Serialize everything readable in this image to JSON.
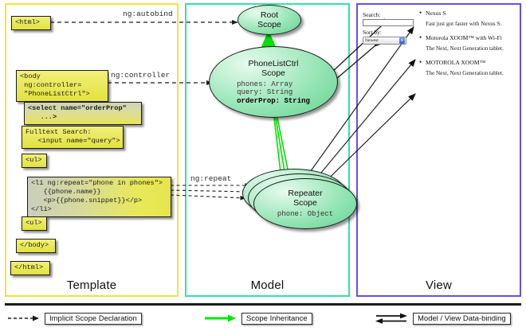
{
  "panels": {
    "template": {
      "label": "Template",
      "border_color": "#f2e53a"
    },
    "model": {
      "label": "Model",
      "border_color": "#34e0a6"
    },
    "view": {
      "label": "View",
      "border_color": "#6b4ee6"
    }
  },
  "template_boxes": [
    {
      "id": "html-open",
      "text": "<html>"
    },
    {
      "id": "body-open",
      "text": "<body\n ng:controller=\n \"PhoneListCtrl\">"
    },
    {
      "id": "select-tag",
      "text": "<select name=\"orderProp\"\n   ...>"
    },
    {
      "id": "fulltext",
      "text": "Fulltext Search:\n   <input name=\"query\">"
    },
    {
      "id": "ul-open",
      "text": "<ul>"
    },
    {
      "id": "li-repeat",
      "text": "<li ng:repeat=\"phone in phones\">\n   {{phone.name}}\n   <p>{{phone.snippet}}</p>\n</li>"
    },
    {
      "id": "ul-close",
      "text": "<ul>"
    },
    {
      "id": "body-close",
      "text": "</body>"
    },
    {
      "id": "html-close",
      "text": "</html>"
    }
  ],
  "model_scopes": {
    "root": {
      "title": "Root\nScope",
      "title_lines": [
        "Root",
        "Scope"
      ],
      "props": []
    },
    "phonelist": {
      "title_lines": [
        "PhoneListCtrl",
        "Scope"
      ],
      "props": [
        "phones: Array",
        "query: String"
      ],
      "bold_prop": "orderProp: String"
    },
    "repeater": {
      "title_lines": [
        "Repeater",
        "Scope"
      ],
      "props": [
        "phone: Object"
      ]
    }
  },
  "wire_labels": {
    "autobind": "ng:autobind",
    "controller": "ng:controller",
    "repeat": "ng:repeat"
  },
  "view": {
    "search_label": "Search:",
    "search_value": "",
    "sort_label": "Sort by:",
    "sort_selected": "Newest",
    "phones": [
      {
        "name": "Nexus S",
        "snippet": "Fast just got faster with Nexus S."
      },
      {
        "name": "Motorola XOOM™ with Wi-Fi",
        "snippet": "The Next, Next Generation tablet."
      },
      {
        "name": "MOTOROLA XOOM™",
        "snippet": "The Next, Next Generation tablet."
      }
    ]
  },
  "legend": [
    {
      "id": "implicit",
      "label": "Implicit Scope Declaration",
      "style": "dashed-arrow",
      "color": "#1a1a1a"
    },
    {
      "id": "inherit",
      "label": "Scope Inheritance",
      "style": "solid-green-arrow",
      "color": "#00e800"
    },
    {
      "id": "databind",
      "label": "Model / View Data-binding",
      "style": "double-arrow",
      "color": "#1a1a1a"
    }
  ]
}
